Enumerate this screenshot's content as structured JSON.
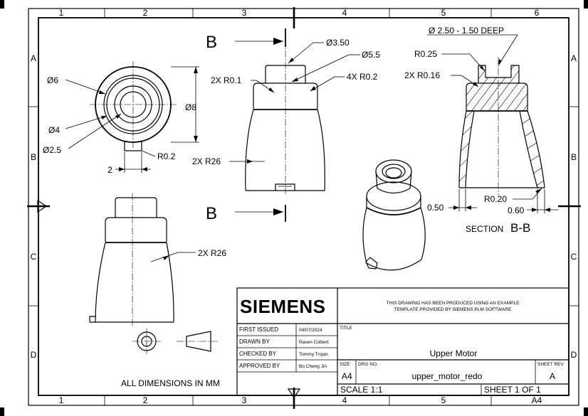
{
  "zones": {
    "cols": [
      "1",
      "2",
      "3",
      "4",
      "5",
      "6"
    ],
    "rows": [
      "A",
      "B",
      "C",
      "D"
    ]
  },
  "section_labels": {
    "cut_top": "B",
    "cut_bottom": "B",
    "section_prefix": "SECTION",
    "section_name": "B-B"
  },
  "dims": {
    "side": {
      "d350": "Ø3.50",
      "d55": "Ø5.5",
      "r01": "2X  R0.1",
      "r02": "4X  R0.2",
      "r26": "2X  R26"
    },
    "top": {
      "d6": "Ø6",
      "d4": "Ø4",
      "d25": "Ø2.5",
      "d8": "Ø8",
      "r02": "R0.2",
      "two": "2"
    },
    "front": {
      "r26": "2X  R26"
    },
    "section": {
      "hole": "Ø 2.50  - 1.50 DEEP",
      "r025": "R0.25",
      "r016": "2X  R0.16",
      "r020": "R0.20",
      "t050": "0.50",
      "t060": "0.60"
    }
  },
  "title_block": {
    "logo": "SIEMENS",
    "note_line1": "THIS DRAWING HAS BEEN PRODUCED USING AN EXAMPLE",
    "note_line2": "TEMPLATE PROVIDED BY SIEMENS PLM SOFTWARE",
    "rows": [
      {
        "label": "FIRST ISSUED",
        "value": "04/07/2024"
      },
      {
        "label": "DRAWN BY",
        "value": "Raven Colbert"
      },
      {
        "label": "CHECKED BY",
        "value": "Tommy Trojan"
      },
      {
        "label": "APPROVED BY",
        "value": "Bo Cheng Jin"
      }
    ],
    "title_label": "TITLE",
    "title": "Upper Motor",
    "size_label": "SIZE",
    "size": "A4",
    "drg_label": "DRG NO.",
    "drg_no": "upper_motor_redo",
    "rev_label": "SHEET REV",
    "rev": "A",
    "scale": "SCALE 1:1",
    "sheet": "SHEET 1 OF 1"
  },
  "all_dims_note": "ALL DIMENSIONS IN MM",
  "corner_size": "A4"
}
